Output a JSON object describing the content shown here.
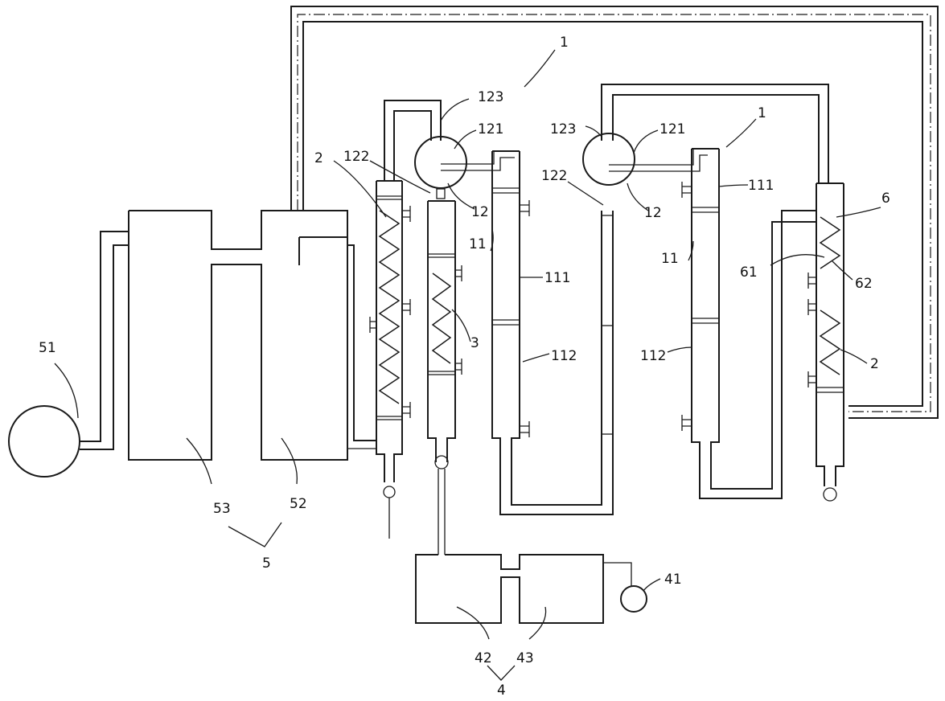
{
  "labels": {
    "l1a": "1",
    "l1b": "1",
    "l2a": "2",
    "l2b": "2",
    "l3": "3",
    "l4": "4",
    "l5": "5",
    "l6": "6",
    "l11a": "11",
    "l11b": "11",
    "l12a": "12",
    "l12b": "12",
    "l41": "41",
    "l42": "42",
    "l43": "43",
    "l51": "51",
    "l52": "52",
    "l53": "53",
    "l61": "61",
    "l62": "62",
    "l111a": "111",
    "l111b": "111",
    "l112a": "112",
    "l112b": "112",
    "l121a": "121",
    "l121b": "121",
    "l122a": "122",
    "l122b": "122",
    "l123a": "123",
    "l123b": "123"
  }
}
